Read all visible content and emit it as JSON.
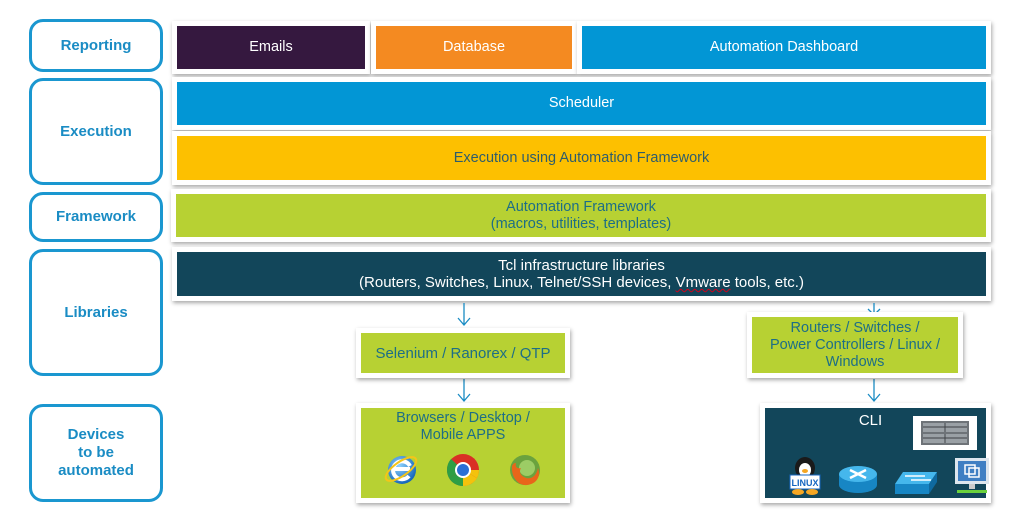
{
  "layers": {
    "reporting": "Reporting",
    "execution": "Execution",
    "framework": "Framework",
    "libraries": "Libraries",
    "devices": "Devices\nto be\nautomated",
    "devices_lines": [
      "Devices",
      "to be",
      "automated"
    ]
  },
  "reporting": {
    "emails": "Emails",
    "database": "Database",
    "dashboard": "Automation Dashboard"
  },
  "execution": {
    "scheduler": "Scheduler",
    "engine": "Execution using Automation Framework"
  },
  "framework": {
    "line1": "Automation Framework",
    "line2": "(macros, utilities, templates)"
  },
  "libraries": {
    "line1": "Tcl infrastructure  libraries",
    "line2_pre": "(Routers,  Switches,  Linux,  Telnet/SSH  devices, ",
    "line2_mid": "Vmware",
    "line2_post": " tools, etc.)",
    "gui_tools": "Selenium / Ranorex / QTP",
    "network_line1": "Routers  / Switches /",
    "network_line2": "Power Controllers  / Linux  /",
    "network_line3": "Windows"
  },
  "devices": {
    "gui_line1": "Browsers / Desktop /",
    "gui_line2": "Mobile APPS",
    "gui_icons": [
      "internet-explorer-icon",
      "chrome-icon",
      "firefox-icon"
    ],
    "cli_label": "CLI",
    "cli_icons": [
      "server-chassis-icon",
      "linux-tux-icon",
      "router-icon",
      "switch-icon",
      "vmware-monitor-icon"
    ],
    "linux_badge": "LINUX"
  },
  "colors": {
    "label_border": "#1a97d0",
    "emails": "#35183f",
    "database": "#f48a21",
    "blue": "#0296d5",
    "yellow": "#fdc000",
    "lime": "#b7d133",
    "teal": "#12465a"
  }
}
